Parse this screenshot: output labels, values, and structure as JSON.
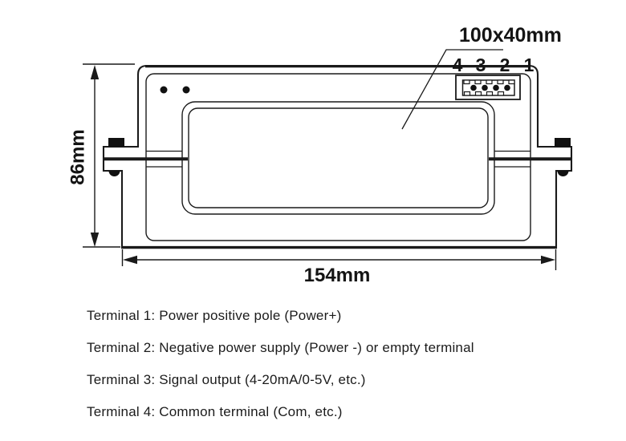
{
  "diagram": {
    "type": "technical-dimension-drawing",
    "height_dimension": "86mm",
    "width_dimension": "154mm",
    "window_dimension": "100x40mm",
    "terminal_pins": [
      "4",
      "3",
      "2",
      "1"
    ],
    "features": {
      "front_dots": 2,
      "terminal_block_holes": 4,
      "mounting_brackets": [
        "left",
        "right"
      ]
    },
    "colors": {
      "line": "#1a1a1a",
      "text": "#141414",
      "background": "#ffffff"
    }
  },
  "terminal_notes": [
    "Terminal 1: Power positive pole (Power+)",
    "Terminal 2: Negative power supply (Power -) or empty terminal",
    "Terminal 3: Signal output (4-20mA/0-5V, etc.)",
    "Terminal 4: Common terminal (Com, etc.)"
  ]
}
